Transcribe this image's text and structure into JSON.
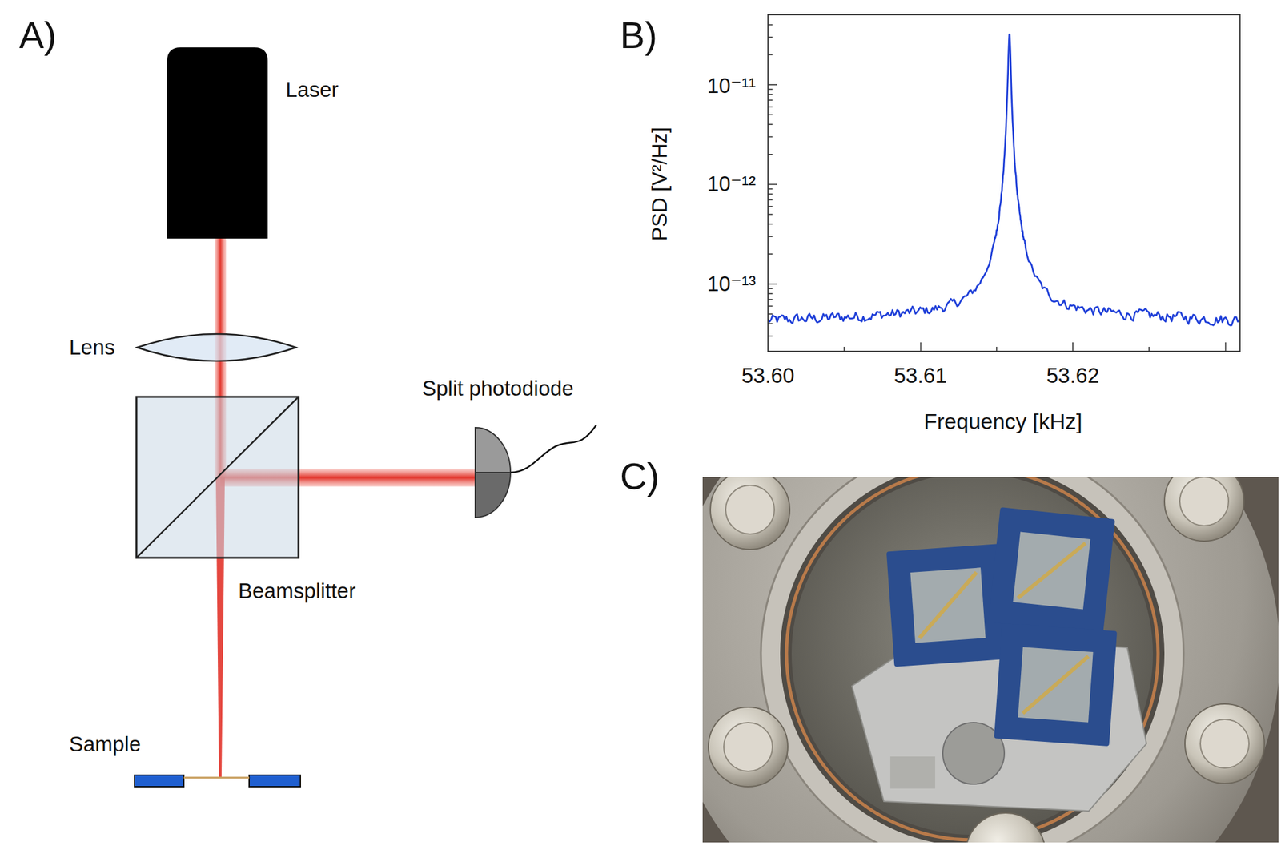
{
  "diagram": {
    "labels": [
      "A)",
      "Laser",
      "Lens",
      "Split photodiode",
      "Beamsplitter",
      "Sample",
      "B)",
      "PSD [V²/Hz]",
      "10⁻¹¹",
      "10⁻¹²",
      "10⁻¹³",
      "53.60",
      "53.61",
      "53.62",
      "Frequency [kHz]",
      "C)"
    ]
  }
}
